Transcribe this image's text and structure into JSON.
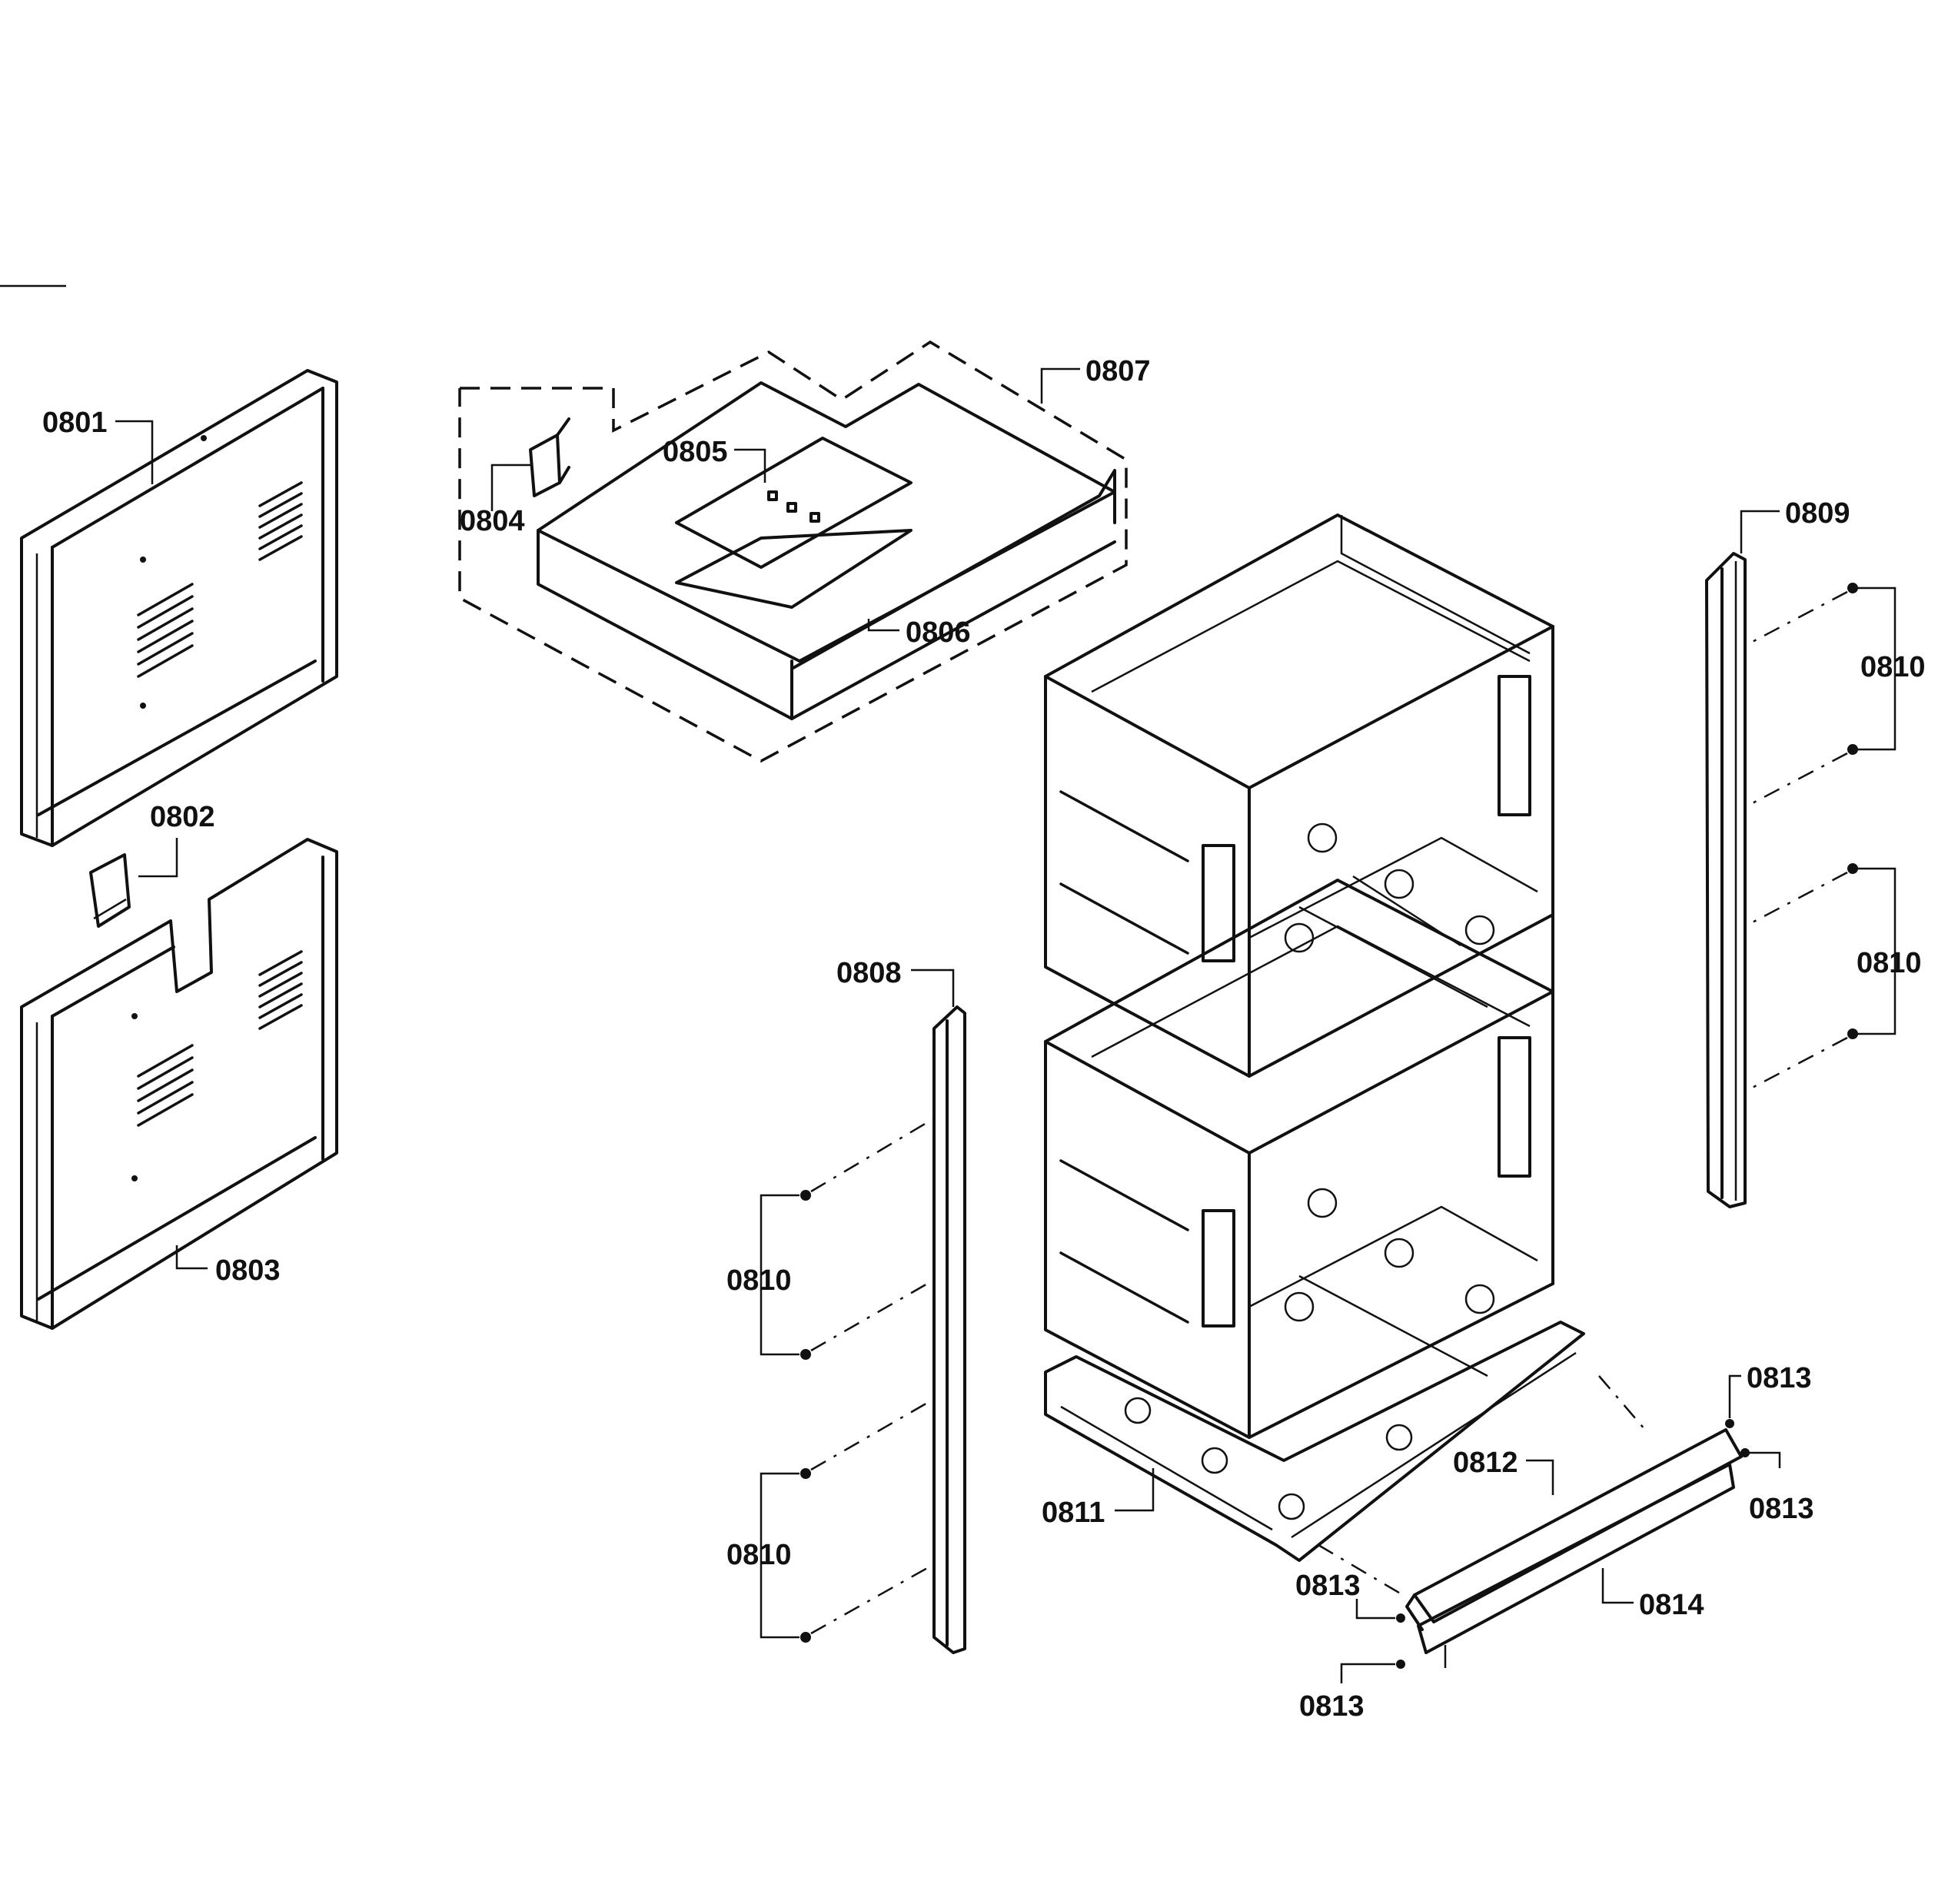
{
  "callouts": [
    {
      "id": "0801",
      "text": "0801"
    },
    {
      "id": "0802",
      "text": "0802"
    },
    {
      "id": "0803",
      "text": "0803"
    },
    {
      "id": "0804",
      "text": "0804"
    },
    {
      "id": "0805",
      "text": "0805"
    },
    {
      "id": "0806",
      "text": "0806"
    },
    {
      "id": "0807",
      "text": "0807"
    },
    {
      "id": "0808",
      "text": "0808"
    },
    {
      "id": "0809",
      "text": "0809"
    },
    {
      "id": "0810",
      "text": "0810"
    },
    {
      "id": "0811",
      "text": "0811"
    },
    {
      "id": "0812",
      "text": "0812"
    },
    {
      "id": "0813",
      "text": "0813"
    },
    {
      "id": "0814",
      "text": "0814"
    }
  ]
}
